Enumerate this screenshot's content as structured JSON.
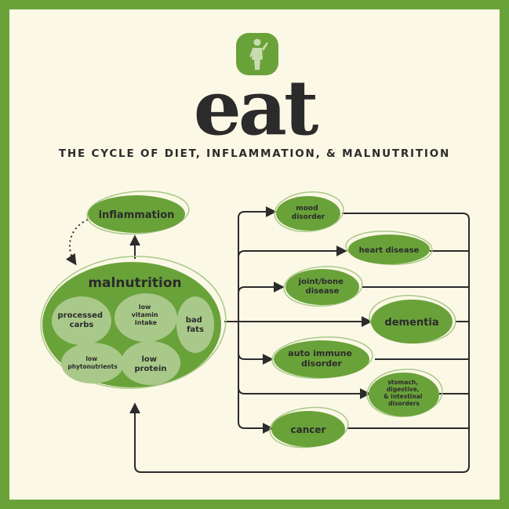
{
  "header": {
    "logo_text": "eat",
    "subtitle": "THE CYCLE OF DIET, INFLAMMATION, & MALNUTRITION"
  },
  "diagram": {
    "inflammation": "inflammation",
    "malnutrition": "malnutrition",
    "causes": {
      "processed_carbs": [
        "processed",
        "carbs"
      ],
      "low_vitamin_intake": [
        "low",
        "vitamin",
        "intake"
      ],
      "bad_fats": [
        "bad",
        "fats"
      ],
      "low_phytonutrients": [
        "low",
        "phytonutrients"
      ],
      "low_protein": [
        "low",
        "protein"
      ]
    },
    "outcomes": {
      "mood_disorder": [
        "mood",
        "disorder"
      ],
      "heart_disease": [
        "heart disease"
      ],
      "joint_bone_disease": [
        "joint/bone",
        "disease"
      ],
      "dementia": [
        "dementia"
      ],
      "auto_immune_disorder": [
        "auto immune",
        "disorder"
      ],
      "stomach_disorders": [
        "stomach,",
        "digestive,",
        "& intestinal",
        "disorders"
      ],
      "cancer": [
        "cancer"
      ]
    }
  },
  "colors": {
    "brand_green": "#6aa23a",
    "light_green": "#a9c98a",
    "dark_text": "#2b2b2b",
    "background": "#fcf8e6"
  }
}
